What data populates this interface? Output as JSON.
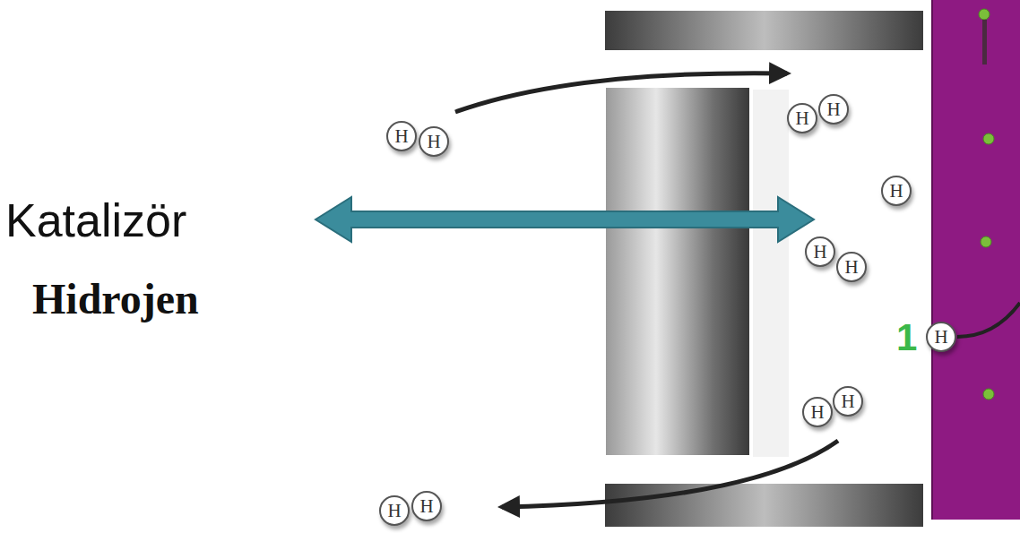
{
  "diagram": {
    "nodes": [
      {
        "text": [
          "H"
        ]
      },
      {
        "text": [
          "H"
        ]
      },
      {
        "text": [
          "H"
        ]
      },
      {
        "text": [
          "H"
        ]
      },
      {
        "text": [
          "H"
        ]
      },
      {
        "text": [
          "H"
        ]
      },
      {
        "text": [
          "H"
        ]
      },
      {
        "text": [
          "H"
        ]
      },
      {
        "text": [
          "H"
        ]
      },
      {
        "text": [
          "H"
        ]
      },
      {
        "text": [
          "H"
        ]
      },
      {
        "text": [
          "H"
        ]
      }
    ],
    "labels": [
      "Katalizör",
      "Hidrojen",
      "1"
    ]
  }
}
